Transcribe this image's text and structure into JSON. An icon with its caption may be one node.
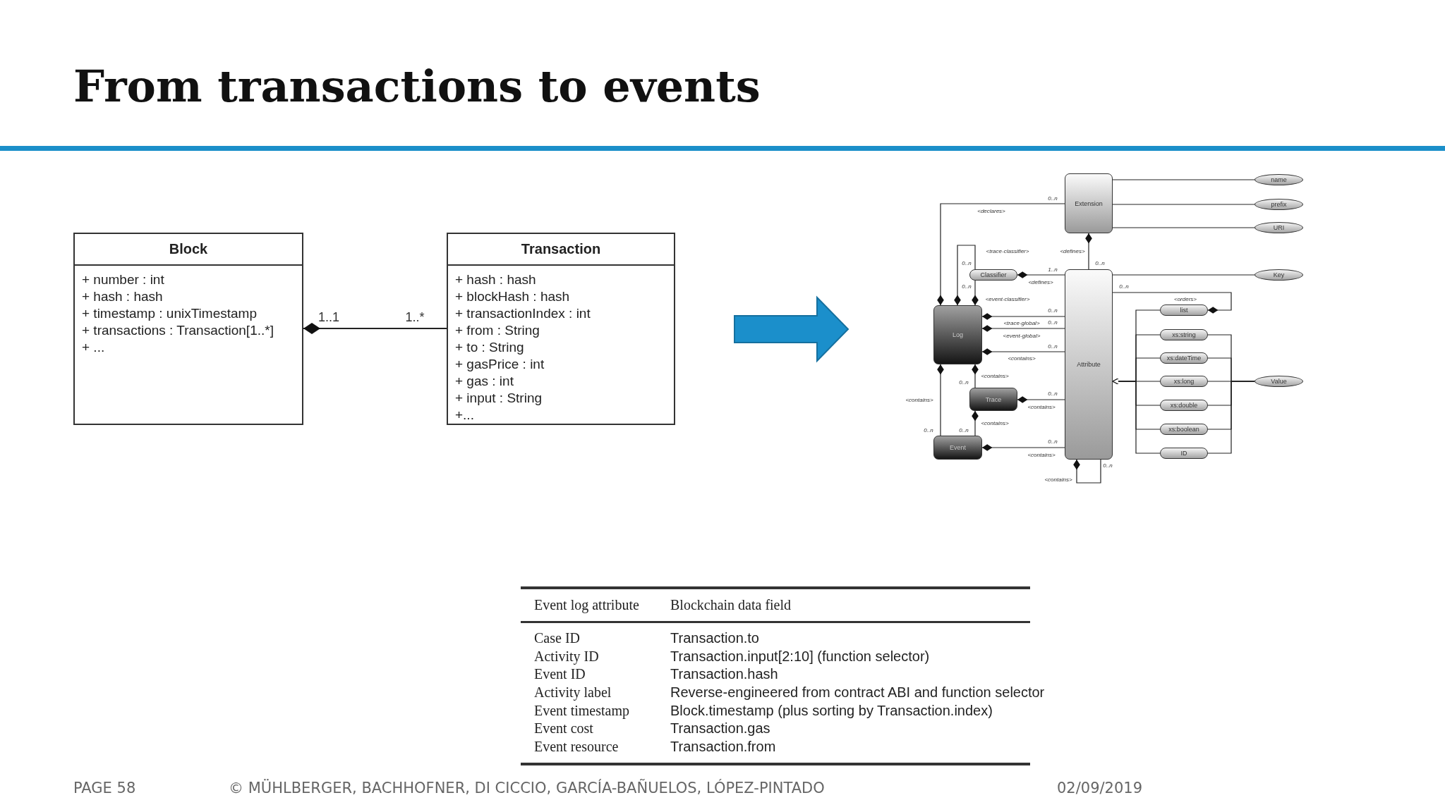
{
  "diagram": {
    "title": "From transactions to events",
    "nodes": [
      {
        "text": [
          "Block",
          "+ number : int",
          "+ hash : hash",
          "+ timestamp : unixTimestamp",
          "+ transactions : Transaction[1..*]",
          "+ ..."
        ]
      },
      {
        "text": [
          "Transaction",
          "+ hash : hash",
          "+ blockHash : hash",
          "+ transactionIndex : int",
          "+ from : String",
          "+ to : String",
          "+ gasPrice : int",
          "+ gas : int",
          "+ input : String",
          "+..."
        ]
      },
      {
        "text": [
          "Extension"
        ]
      },
      {
        "text": [
          "name"
        ]
      },
      {
        "text": [
          "prefix"
        ]
      },
      {
        "text": [
          "URI"
        ]
      },
      {
        "text": [
          "Classifier"
        ]
      },
      {
        "text": [
          "Log"
        ]
      },
      {
        "text": [
          "Trace"
        ]
      },
      {
        "text": [
          "Event"
        ]
      },
      {
        "text": [
          "Attribute"
        ]
      },
      {
        "text": [
          "Key"
        ]
      },
      {
        "text": [
          "list"
        ]
      },
      {
        "text": [
          "xs:string"
        ]
      },
      {
        "text": [
          "xs:dateTime"
        ]
      },
      {
        "text": [
          "xs:long"
        ]
      },
      {
        "text": [
          "xs:double"
        ]
      },
      {
        "text": [
          "xs:boolean"
        ]
      },
      {
        "text": [
          "ID"
        ]
      },
      {
        "text": [
          "Value"
        ]
      }
    ],
    "edges": [
      {
        "from": 0,
        "to": 1,
        "arrow": "other"
      },
      {
        "from": 2,
        "to": 3,
        "arrow": "none"
      },
      {
        "from": 2,
        "to": 4,
        "arrow": "none"
      },
      {
        "from": 2,
        "to": 5,
        "arrow": "none"
      },
      {
        "from": 7,
        "to": 2,
        "arrow": "other",
        "label": "<declares>"
      },
      {
        "from": 2,
        "to": 10,
        "arrow": "other",
        "label": "<defines>"
      },
      {
        "from": 6,
        "to": 10,
        "arrow": "other",
        "label": "<defines>"
      },
      {
        "from": 7,
        "to": 6,
        "arrow": "other",
        "label": "<trace-classifier>"
      },
      {
        "from": 7,
        "to": 6,
        "arrow": "other",
        "label": "<event-classifier>"
      },
      {
        "from": 7,
        "to": 10,
        "arrow": "other",
        "label": "<trace-global>"
      },
      {
        "from": 7,
        "to": 10,
        "arrow": "other",
        "label": "<event-global>"
      },
      {
        "from": 7,
        "to": 10,
        "arrow": "other",
        "label": "<contains>"
      },
      {
        "from": 7,
        "to": 8,
        "arrow": "other",
        "label": "<contains>"
      },
      {
        "from": 8,
        "to": 10,
        "arrow": "other",
        "label": "<contains>"
      },
      {
        "from": 7,
        "to": 9,
        "arrow": "other",
        "label": "<contains>"
      },
      {
        "from": 8,
        "to": 9,
        "arrow": "other",
        "label": "<contains>"
      },
      {
        "from": 9,
        "to": 10,
        "arrow": "other",
        "label": "<contains>"
      },
      {
        "from": 10,
        "to": 10,
        "arrow": "other",
        "label": "<contains>"
      },
      {
        "from": 12,
        "to": 10,
        "arrow": "other",
        "label": "<orders>"
      },
      {
        "from": 10,
        "to": 11,
        "arrow": "none"
      },
      {
        "from": 12,
        "to": 10,
        "arrow": "to"
      },
      {
        "from": 13,
        "to": 10,
        "arrow": "to"
      },
      {
        "from": 14,
        "to": 10,
        "arrow": "to"
      },
      {
        "from": 15,
        "to": 10,
        "arrow": "to"
      },
      {
        "from": 16,
        "to": 10,
        "arrow": "to"
      },
      {
        "from": 17,
        "to": 10,
        "arrow": "to"
      },
      {
        "from": 18,
        "to": 10,
        "arrow": "to"
      },
      {
        "from": 13,
        "to": 19,
        "arrow": "none"
      },
      {
        "from": 14,
        "to": 19,
        "arrow": "none"
      },
      {
        "from": 15,
        "to": 19,
        "arrow": "none"
      },
      {
        "from": 16,
        "to": 19,
        "arrow": "none"
      },
      {
        "from": 17,
        "to": 19,
        "arrow": "none"
      },
      {
        "from": 18,
        "to": 19,
        "arrow": "none"
      }
    ],
    "labels": [
      "1..1",
      "1..*",
      "0..n",
      "0..n",
      "0..n",
      "1..n",
      "0..n",
      "0..n",
      "0..n",
      "0..n",
      "0..n",
      "0..n",
      "0..n",
      "0..n",
      "0..n",
      "0..n",
      "0..n",
      "Event log attribute",
      "Blockchain data field",
      "Case ID",
      "Transaction.to",
      "Activity ID",
      "Transaction.input[2:10] (function selector)",
      "Event ID",
      "Transaction.hash",
      "Activity label",
      "Reverse-engineered from contract ABI and function selector",
      "Event timestamp",
      "Block.timestamp (plus sorting by Transaction.index)",
      "Event cost",
      "Transaction.gas",
      "Event resource",
      "Transaction.from",
      "PAGE 58",
      "© MÜHLBERGER, BACHHOFNER, DI CICCIO, GARCÍA-BAÑUELOS, LÓPEZ-PINTADO",
      "02/09/2019"
    ]
  }
}
